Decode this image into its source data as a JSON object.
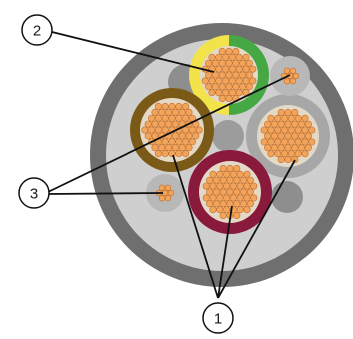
{
  "callouts": [
    {
      "id": "callout-1",
      "label": "1"
    },
    {
      "id": "callout-2",
      "label": "2"
    },
    {
      "id": "callout-3",
      "label": "3"
    }
  ],
  "colors": {
    "outer_sheath": "#6f6f6f",
    "inner_filler": "#cfcfcf",
    "gap_fill": "#8e8e8e",
    "strand_fill": "#f2a55a",
    "strand_stroke": "#c26d2a",
    "insulation_yellow": "#f2e34a",
    "insulation_green": "#45a845",
    "insulation_brown": "#7a5a16",
    "insulation_burgundy": "#8a1a3c",
    "insulation_grey": "#a7a7a7",
    "leader_line": "#111111"
  }
}
